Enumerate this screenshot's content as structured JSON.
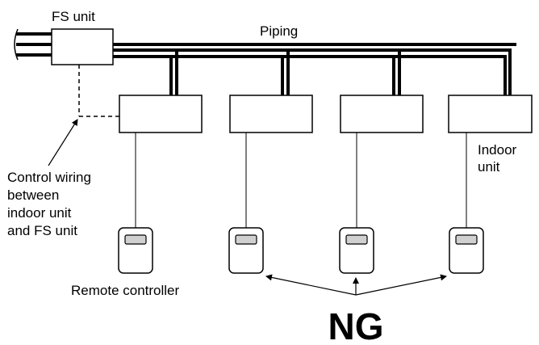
{
  "labels": {
    "fs_unit": "FS unit",
    "piping": "Piping",
    "indoor_unit_line1": "Indoor",
    "indoor_unit_line2": "unit",
    "control_wiring_line1": "Control wiring",
    "control_wiring_line2": "between",
    "control_wiring_line3": "indoor unit",
    "control_wiring_line4": "and FS unit",
    "remote_controller": "Remote controller",
    "ng": "NG"
  },
  "indoor_units": [
    "indoor-unit-1",
    "indoor-unit-2",
    "indoor-unit-3",
    "indoor-unit-4"
  ],
  "remote_controllers": [
    "remote-controller-1",
    "remote-controller-2",
    "remote-controller-3",
    "remote-controller-4"
  ]
}
